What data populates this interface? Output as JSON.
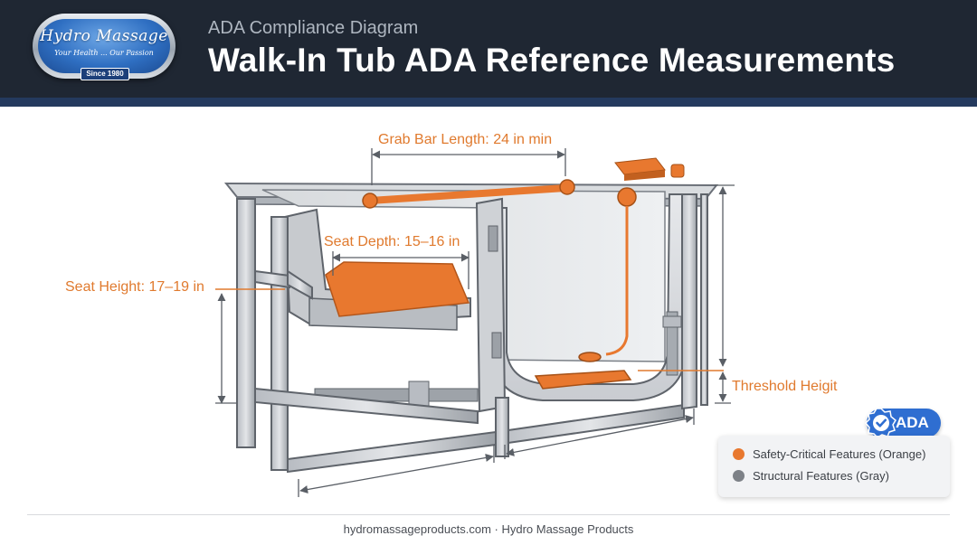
{
  "header": {
    "logo": {
      "name": "Hydro Massage",
      "tagline": "Your Health ... Our Passion",
      "since": "Since 1980"
    },
    "subtitle": "ADA Compliance Diagram",
    "title": "Walk-In Tub ADA Reference Measurements"
  },
  "callouts": {
    "grab_bar": "Grab Bar Length: 24 in min",
    "seat_depth": "Seat Depth: 15–16 in",
    "seat_height": "Seat Height: 17–19 in",
    "threshold": "Threshold Heigit"
  },
  "badge": {
    "label": "ADA",
    "icon": "check-badge-icon"
  },
  "legend": {
    "items": [
      {
        "label": "Safety-Critical Features (Orange)",
        "color": "#e8782f"
      },
      {
        "label": "Structural Features (Gray)",
        "color": "#7d8187"
      }
    ]
  },
  "colors": {
    "accent_orange": "#e07a2e",
    "header_dark": "#1f2733",
    "brand_blue": "#2f6ed1"
  },
  "footer": {
    "text": "hydromassageproducts.com · Hydro Massage Products"
  }
}
